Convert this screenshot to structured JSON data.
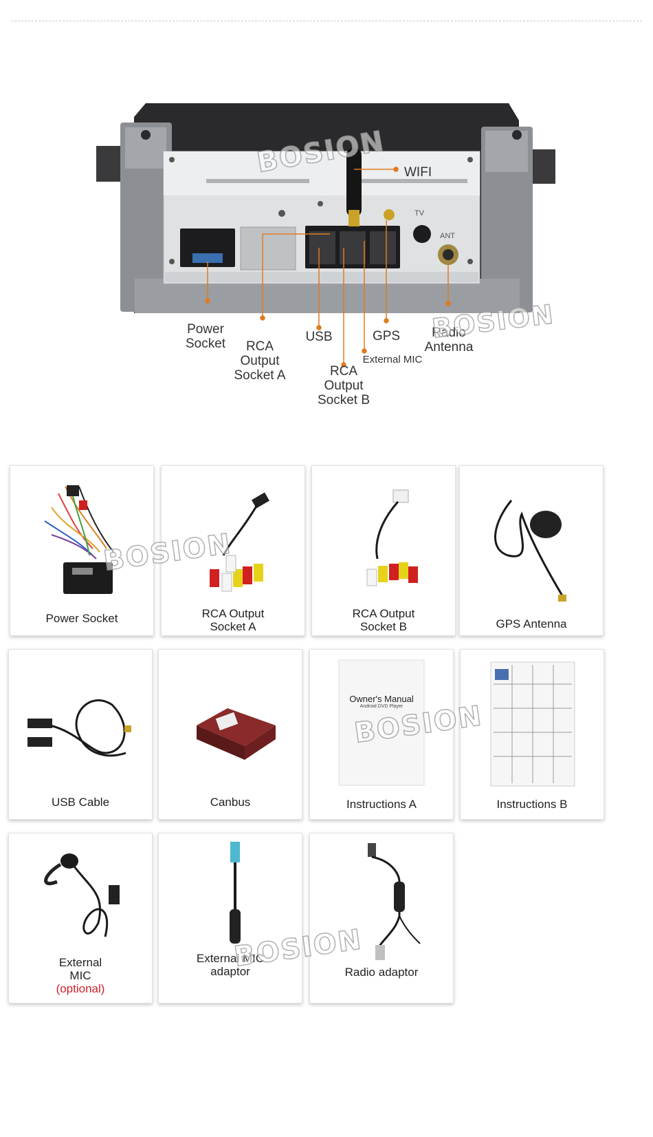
{
  "watermark": "BOSION",
  "unit_labels": {
    "wifi": "WIFI",
    "power_socket": [
      "Power",
      "Socket"
    ],
    "rca_a": [
      "RCA",
      "Output",
      "Socket A"
    ],
    "usb": "USB",
    "rca_b": [
      "RCA",
      "Output",
      "Socket B"
    ],
    "gps": "GPS",
    "external_mic": "External MIC",
    "radio_antenna": [
      "Radio",
      "Antenna"
    ],
    "panel_tv": "TV",
    "panel_ant": "ANT"
  },
  "manual_cover": {
    "title": "Owner's Manual",
    "subtitle": "Android DVD Player"
  },
  "accessories": [
    {
      "label": [
        "Power Socket"
      ]
    },
    {
      "label": [
        "RCA Output",
        "Socket A"
      ]
    },
    {
      "label": [
        "RCA Output",
        "Socket B"
      ]
    },
    {
      "label": [
        "GPS Antenna"
      ]
    },
    {
      "label": [
        "USB Cable"
      ]
    },
    {
      "label": [
        "Canbus"
      ]
    },
    {
      "label": [
        "Instructions A"
      ]
    },
    {
      "label": [
        "Instructions B"
      ]
    },
    {
      "label": [
        "External",
        "MIC"
      ],
      "note": "(optional)"
    },
    {
      "label": [
        "External MIC",
        "adaptor"
      ]
    },
    {
      "label": [
        "Radio adaptor"
      ]
    }
  ],
  "colors": {
    "accent_orange": "#e07b20",
    "optional_red": "#d0202a"
  }
}
